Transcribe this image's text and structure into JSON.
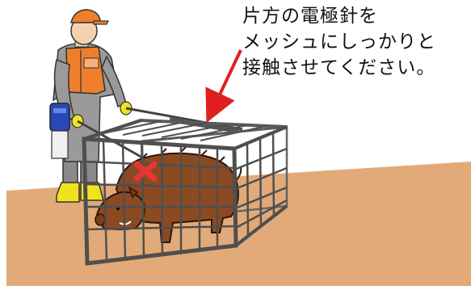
{
  "caption": {
    "line1": "片方の電極針を",
    "line2": "メッシュにしっかりと",
    "line3": "接触させてください。"
  },
  "colors": {
    "ground": "#e2aa78",
    "cage": "#555555",
    "boar": "#8b4a22",
    "vest": "#ee7f2b",
    "arrow": "#e02020",
    "x_mark": "#e53535",
    "battery": "#2749b8",
    "boots": "#f1e21e"
  },
  "icons": [
    "boar",
    "cage",
    "worker",
    "battery",
    "electrode",
    "arrow",
    "x-mark"
  ]
}
